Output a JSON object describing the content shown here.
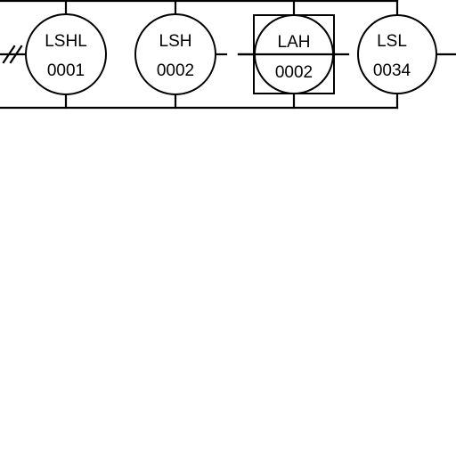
{
  "diagram": {
    "instruments": [
      {
        "function": "LSHL",
        "number": "0001",
        "symbol": "discrete-instrument-circle"
      },
      {
        "function": "LSH",
        "number": "0002",
        "symbol": "discrete-instrument-circle"
      },
      {
        "function": "LAH",
        "number": "0002",
        "symbol": "shared-display-square-circle"
      },
      {
        "function": "LSL",
        "number": "0034",
        "symbol": "discrete-instrument-circle"
      }
    ],
    "colors": {
      "line": "#000000",
      "background": "#ffffff"
    }
  }
}
